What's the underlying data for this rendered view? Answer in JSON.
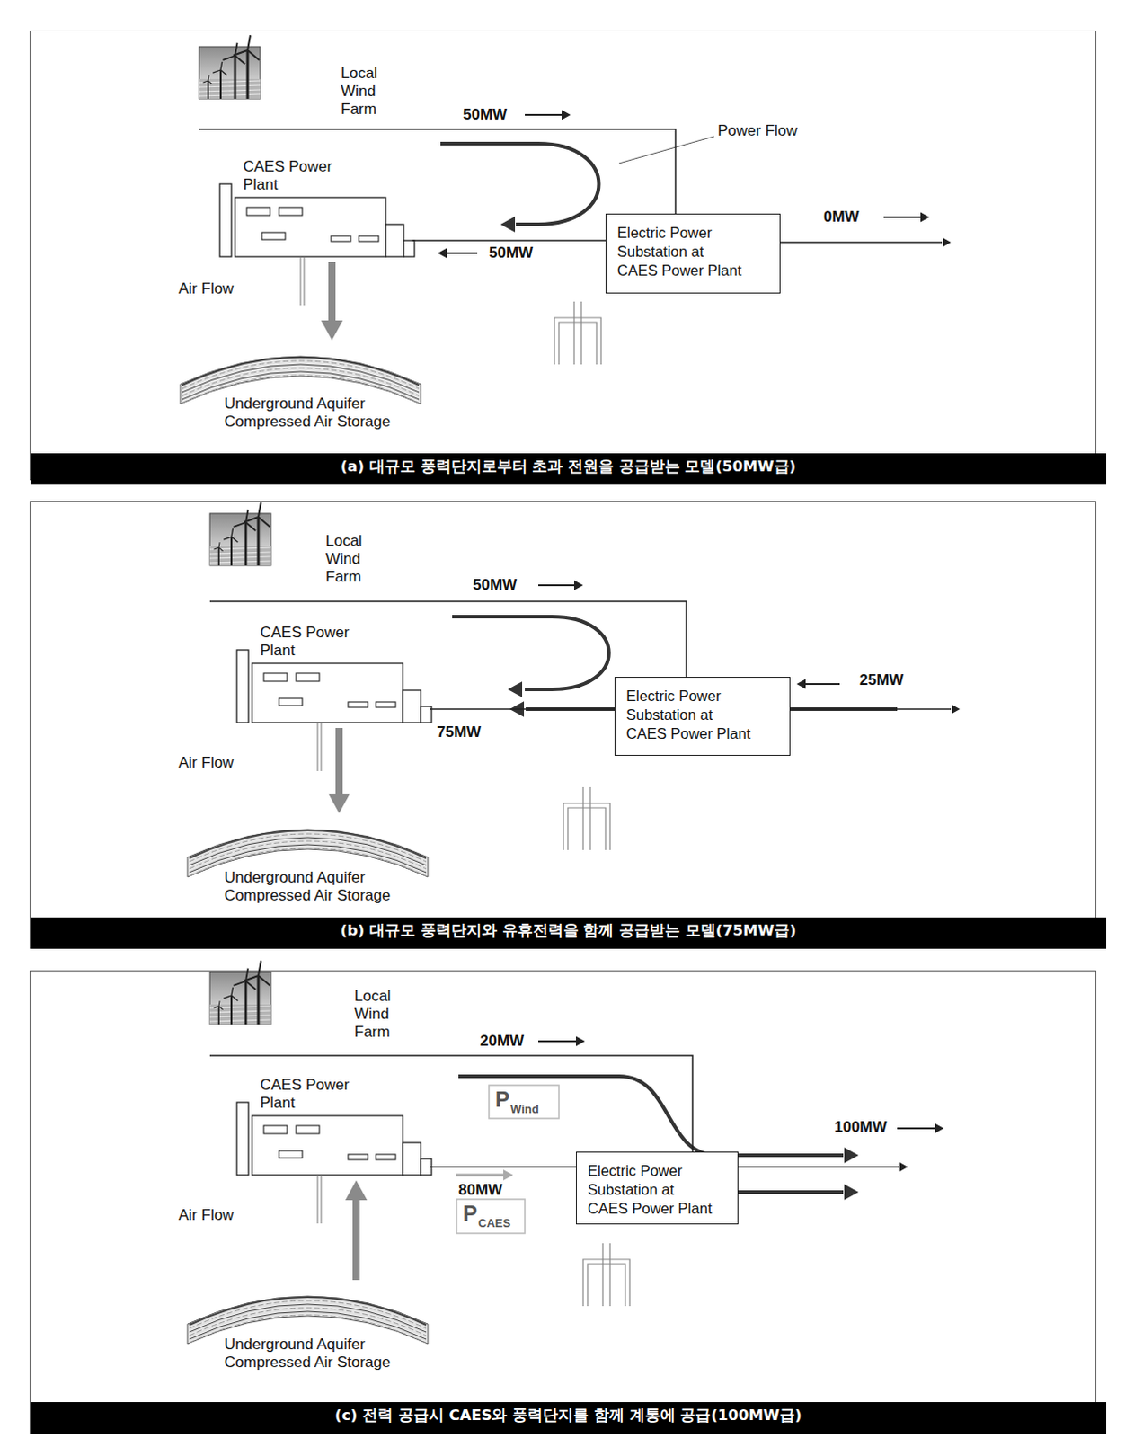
{
  "diagram": {
    "nodes": [
      {
        "text": [
          "Local Wind Farm"
        ]
      },
      {
        "text": [
          "CAES Power Plant"
        ]
      },
      {
        "text": [
          "Electric Power Substation at CAES Power Plant"
        ]
      },
      {
        "text": [
          "Underground Aquifer Compressed Air Storage"
        ]
      },
      {
        "text": [
          "(a) 대규모 풍력단지로부터 초과 전원을 공급받는 모델(50MW급)"
        ]
      },
      {
        "text": [
          "Local Wind Farm"
        ]
      },
      {
        "text": [
          "CAES Power Plant"
        ]
      },
      {
        "text": [
          "Electric Power Substation at CAES Power Plant"
        ]
      },
      {
        "text": [
          "Underground Aquifer Compressed Air Storage"
        ]
      },
      {
        "text": [
          "(b) 대규모 풍력단지와 유휴전력을 함께 공급받는 모델(75MW급)"
        ]
      },
      {
        "text": [
          "Local Wind Farm"
        ]
      },
      {
        "text": [
          "CAES Power Plant"
        ]
      },
      {
        "text": [
          "Electric Power Substation at CAES Power Plant"
        ]
      },
      {
        "text": [
          "Underground Aquifer Compressed Air Storage"
        ]
      },
      {
        "text": [
          "(c) 전력 공급시 CAES와 풍력단지를 함께 계통에 공급(100MW급)"
        ]
      }
    ],
    "edges": [
      {
        "from": 0,
        "to": 2,
        "label": "50MW",
        "arrow": "none"
      },
      {
        "from": 2,
        "to": 1,
        "label": "50MW",
        "arrow": "none"
      },
      {
        "from": 1,
        "to": 3,
        "arrow": "to"
      },
      {
        "from": 5,
        "to": 7,
        "label": "50MW",
        "arrow": "none"
      },
      {
        "from": 7,
        "to": 6,
        "label": "75MW",
        "arrow": "none"
      },
      {
        "from": 6,
        "to": 8,
        "arrow": "to"
      },
      {
        "from": 10,
        "to": 12,
        "label": "20MW",
        "arrow": "none"
      },
      {
        "from": 11,
        "to": 12,
        "label": "80MW",
        "arrow": "none"
      },
      {
        "from": 13,
        "to": 11,
        "arrow": "to"
      }
    ],
    "labels": [
      "Power Flow",
      "Air Flow",
      "0MW",
      "Air Flow",
      "25MW",
      "P",
      "Wind",
      "100MW",
      "Air Flow",
      "P",
      "CAES"
    ]
  }
}
